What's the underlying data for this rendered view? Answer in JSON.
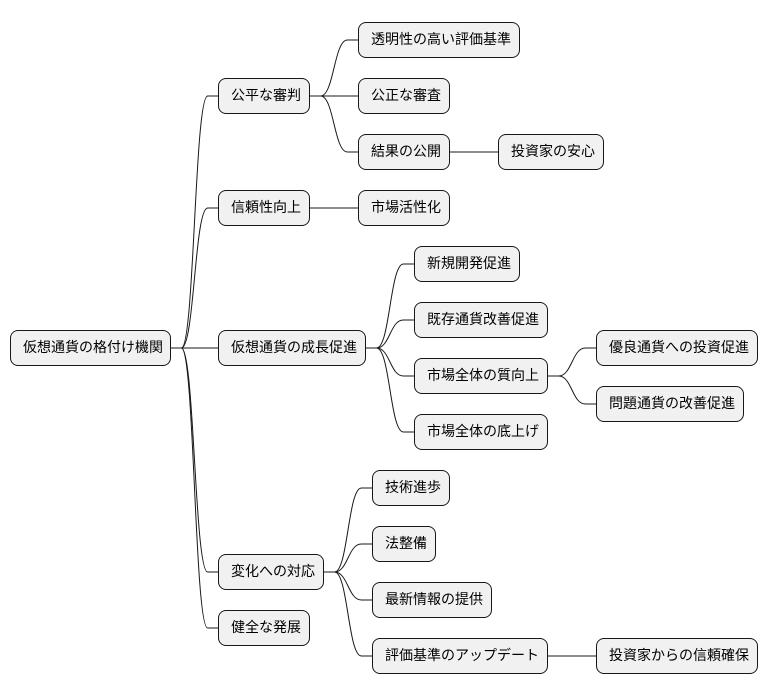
{
  "root": "仮想通貨の格付け機関",
  "branches": [
    {
      "label": "公平な審判",
      "children": [
        {
          "label": "透明性の高い評価基準"
        },
        {
          "label": "公正な審査"
        },
        {
          "label": "結果の公開",
          "children": [
            {
              "label": "投資家の安心"
            }
          ]
        }
      ]
    },
    {
      "label": "信頼性向上",
      "children": [
        {
          "label": "市場活性化"
        }
      ]
    },
    {
      "label": "仮想通貨の成長促進",
      "children": [
        {
          "label": "新規開発促進"
        },
        {
          "label": "既存通貨改善促進"
        },
        {
          "label": "市場全体の質向上",
          "children": [
            {
              "label": "優良通貨への投資促進"
            },
            {
              "label": "問題通貨の改善促進"
            }
          ]
        },
        {
          "label": "市場全体の底上げ"
        }
      ]
    },
    {
      "label": "変化への対応",
      "children": [
        {
          "label": "技術進歩"
        },
        {
          "label": "法整備"
        },
        {
          "label": "最新情報の提供"
        },
        {
          "label": "評価基準のアップデート",
          "children": [
            {
              "label": "投資家からの信頼確保"
            }
          ]
        }
      ]
    },
    {
      "label": "健全な発展"
    }
  ]
}
